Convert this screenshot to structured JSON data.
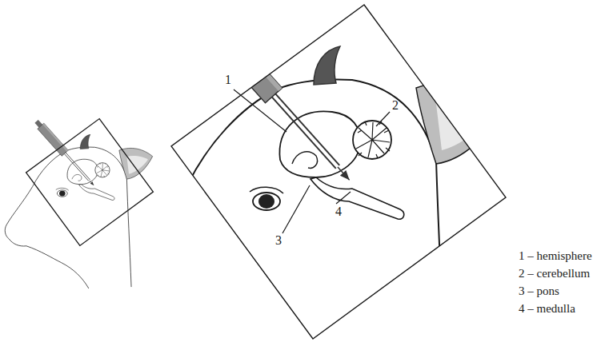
{
  "diagram": {
    "labels": [
      "1",
      "2",
      "3",
      "4",
      "1 – hemisphere",
      "2 – cerebellum",
      "3 – pons",
      "4 – medulla"
    ]
  }
}
